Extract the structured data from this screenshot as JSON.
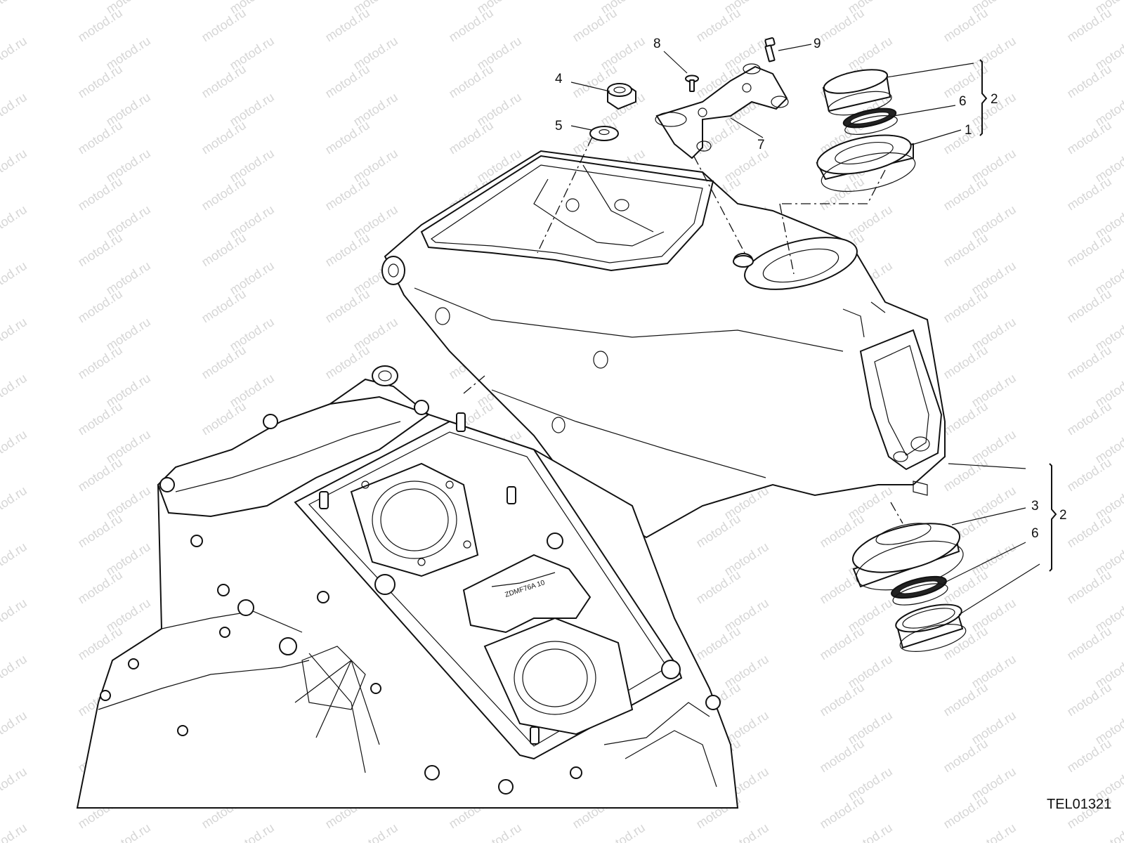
{
  "watermark": "motod.ru",
  "drawing_code": "TEL01321",
  "callouts": {
    "c1": "1",
    "c2_top": "2",
    "c2_bottom": "2",
    "c3": "3",
    "c4": "4",
    "c5": "5",
    "c6_top": "6",
    "c6_bottom": "6",
    "c7": "7",
    "c8": "8",
    "c9": "9"
  }
}
